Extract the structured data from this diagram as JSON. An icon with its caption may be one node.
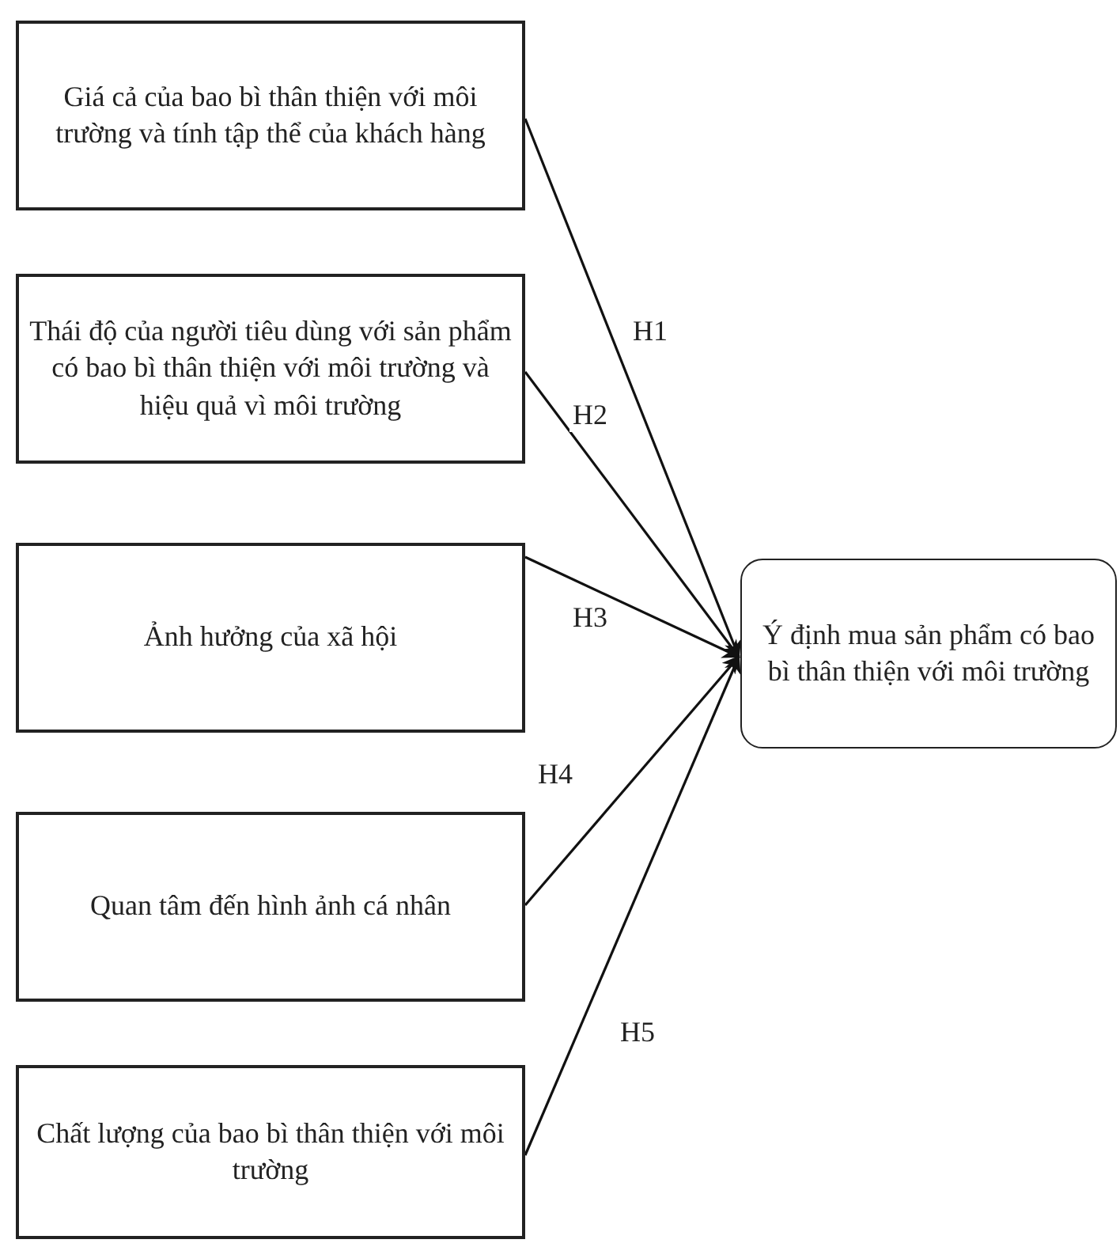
{
  "diagram": {
    "nodes": [
      {
        "text": [
          "Giá cả của bao bì thân thiện với môi trường và tính tập thể của khách hàng"
        ]
      },
      {
        "text": [
          "Thái độ của người tiêu dùng với sản phẩm có bao bì thân thiện với môi trường và hiệu quả vì môi trường"
        ]
      },
      {
        "text": [
          "Ảnh hưởng của xã hội"
        ]
      },
      {
        "text": [
          "Quan tâm đến hình ảnh cá nhân"
        ]
      },
      {
        "text": [
          "Chất lượng của bao bì thân thiện với môi trường"
        ]
      },
      {
        "text": [
          "Ý định mua sản phẩm có bao bì thân thiện với môi trường"
        ]
      }
    ],
    "edges": [
      {
        "from": 0,
        "to": 5,
        "arrow": "to",
        "label": "H1"
      },
      {
        "from": 1,
        "to": 5,
        "arrow": "to",
        "label": "H2"
      },
      {
        "from": 2,
        "to": 5,
        "arrow": "to",
        "label": "H3"
      },
      {
        "from": 3,
        "to": 5,
        "arrow": "to",
        "label": "H4"
      },
      {
        "from": 4,
        "to": 5,
        "arrow": "to",
        "label": "H5"
      }
    ]
  }
}
